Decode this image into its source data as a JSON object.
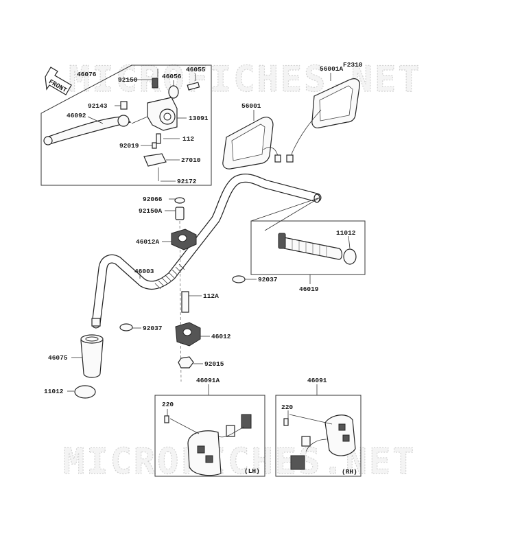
{
  "diagram_code": "F2310",
  "watermark": "MICROFICHES.NET",
  "front_label": "FRONT",
  "callouts": [
    {
      "id": "46076",
      "text": "46076"
    },
    {
      "id": "92150",
      "text": "92150"
    },
    {
      "id": "46056",
      "text": "46056"
    },
    {
      "id": "46055",
      "text": "46055"
    },
    {
      "id": "92143",
      "text": "92143"
    },
    {
      "id": "13091",
      "text": "13091"
    },
    {
      "id": "46092",
      "text": "46092"
    },
    {
      "id": "112",
      "text": "112"
    },
    {
      "id": "92019",
      "text": "92019"
    },
    {
      "id": "27010",
      "text": "27010"
    },
    {
      "id": "92172",
      "text": "92172"
    },
    {
      "id": "56001",
      "text": "56001"
    },
    {
      "id": "56001A",
      "text": "56001A"
    },
    {
      "id": "92066",
      "text": "92066"
    },
    {
      "id": "92150A",
      "text": "92150A"
    },
    {
      "id": "46012A",
      "text": "46012A"
    },
    {
      "id": "11012_top",
      "text": "11012"
    },
    {
      "id": "46003",
      "text": "46003"
    },
    {
      "id": "92037_right",
      "text": "92037"
    },
    {
      "id": "46019",
      "text": "46019"
    },
    {
      "id": "112A",
      "text": "112A"
    },
    {
      "id": "92037_left",
      "text": "92037"
    },
    {
      "id": "46012",
      "text": "46012"
    },
    {
      "id": "46075",
      "text": "46075"
    },
    {
      "id": "92015",
      "text": "92015"
    },
    {
      "id": "11012_bottom",
      "text": "11012"
    },
    {
      "id": "46091A",
      "text": "46091A"
    },
    {
      "id": "46091",
      "text": "46091"
    },
    {
      "id": "220_lh",
      "text": "220"
    },
    {
      "id": "220_rh",
      "text": "220"
    }
  ],
  "side_labels": {
    "lh": "(LH)",
    "rh": "(RH)"
  }
}
